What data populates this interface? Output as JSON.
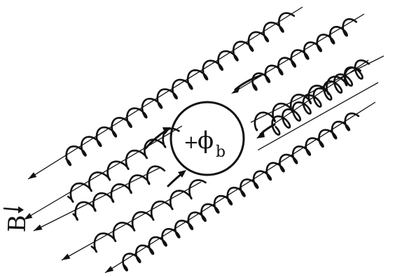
{
  "field_label": "B",
  "particle_label": {
    "sign": "+",
    "symbol": "ϕ",
    "subscript": "b"
  },
  "colors": {
    "ink": "#111111",
    "background": "#ffffff"
  },
  "field_line_count": 7,
  "arrow_direction": "lower-left"
}
